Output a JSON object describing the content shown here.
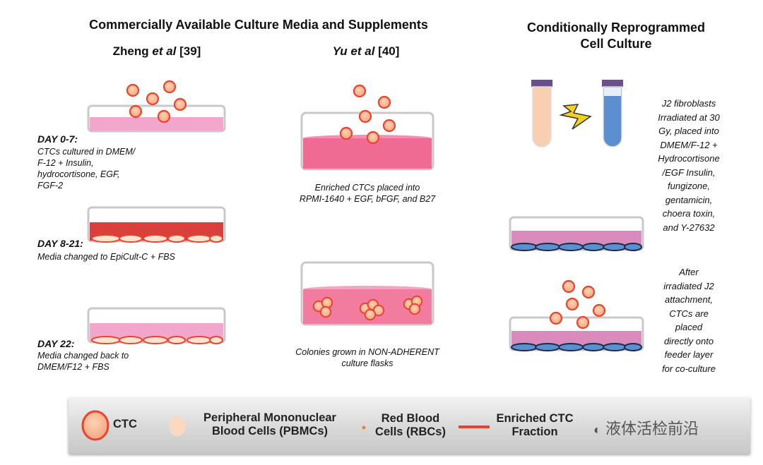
{
  "headings": {
    "commercial": "Commercially Available Culture Media and Supplements",
    "zheng": {
      "name": "Zheng ",
      "etal": "et al",
      "ref": " [39]"
    },
    "yu": {
      "name": "Yu ",
      "etal": "et al",
      "ref": " [40]"
    },
    "conditional_line1": "Conditionally Reprogrammed",
    "conditional_line2": "Cell Culture"
  },
  "zheng_steps": [
    {
      "day": "DAY 0-7:",
      "lines": [
        "CTCs cultured in DMEM/",
        "F-12 + Insulin,",
        "hydrocortisone, EGF,",
        "FGF-2"
      ]
    },
    {
      "day": "DAY 8-21:",
      "lines": [
        "Media changed to EpiCult-C + FBS"
      ]
    },
    {
      "day": "DAY 22:",
      "lines": [
        "Media changed back to",
        "DMEM/F12 + FBS"
      ]
    }
  ],
  "yu_steps": [
    {
      "lines": [
        "Enriched CTCs placed into",
        "RPMI-1640 + EGF, bFGF, and B27"
      ]
    },
    {
      "lines": [
        "Colonies grown in NON-ADHERENT",
        "culture flasks"
      ]
    }
  ],
  "conditional_steps": [
    {
      "lines": [
        "J2 fibroblasts",
        "Irradiated at 30",
        "Gy, placed into",
        "DMEM/F-12 +",
        "Hydrocortisone",
        "/EGF Insulin,",
        "fungizone,",
        "gentamicin,",
        "choera toxin,",
        "and Y-27632"
      ]
    },
    {
      "lines": [
        "After",
        "irradiated J2",
        "attachment,",
        "CTCs are",
        "placed",
        "directly onto",
        "feeder layer",
        "for co-culture"
      ]
    }
  ],
  "legend": [
    {
      "icon": "ctc-cell-icon",
      "line1": "CTC",
      "line2": ""
    },
    {
      "icon": "pbmc-cell-icon",
      "line1": "Peripheral Mononuclear",
      "line2": "Blood Cells (PBMCs)"
    },
    {
      "icon": "rbc-dot-icon",
      "line1": "Red Blood",
      "line2": "Cells (RBCs)"
    },
    {
      "icon": "red-line-icon",
      "line1": "Enriched CTC",
      "line2": "Fraction"
    }
  ],
  "watermark": "液体活检前沿",
  "colors": {
    "ctc_fill": "#f8b48e",
    "ctc_stroke": "#e8432e",
    "pink_media": "#f2a6cc",
    "hot_pink_media": "#f06b93",
    "red_media": "#d9403c",
    "feeder_blue": "#5a8fd0",
    "tube_peach": "#f9cfb2",
    "tube_blue": "#5b8fd0",
    "tube_cap": "#6b4f8c",
    "lightning": "#f2d21a"
  }
}
